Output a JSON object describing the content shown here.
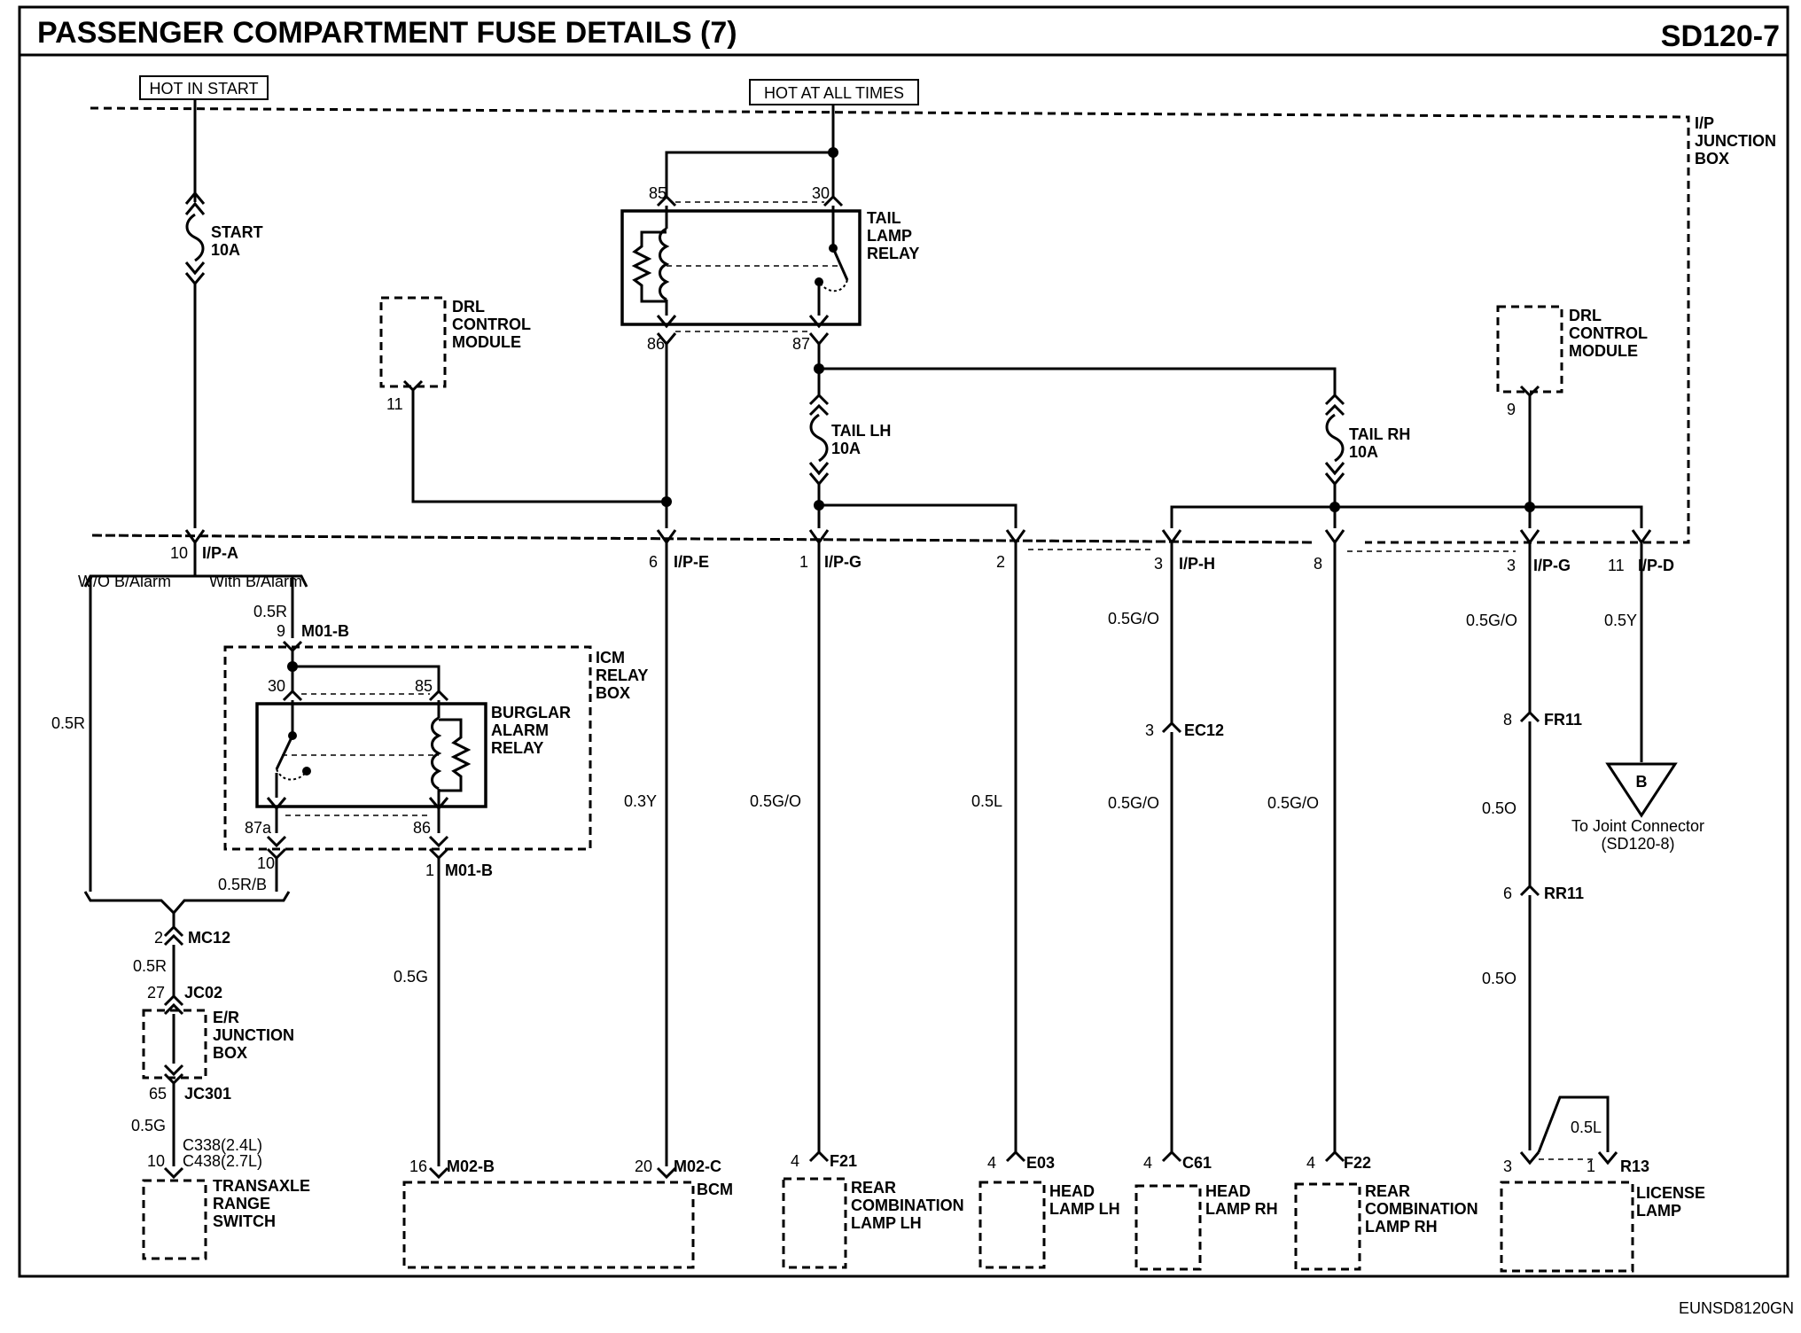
{
  "header": {
    "title": "PASSENGER COMPARTMENT FUSE DETAILS (7)",
    "code": "SD120-7"
  },
  "footer": {
    "ref": "EUNSD8120GN"
  },
  "top_labels": {
    "hot_in_start": "HOT IN START",
    "hot_at_all_times": "HOT AT ALL TIMES"
  },
  "junction_box": {
    "l1": "I/P",
    "l2": "JUNCTION",
    "l3": "BOX"
  },
  "fuses": {
    "start": {
      "l1": "START",
      "l2": "10A"
    },
    "tail_lh": {
      "l1": "TAIL LH",
      "l2": "10A"
    },
    "tail_rh": {
      "l1": "TAIL RH",
      "l2": "10A"
    }
  },
  "tail_lamp_relay": {
    "l1": "TAIL",
    "l2": "LAMP",
    "l3": "RELAY",
    "p85": "85",
    "p30": "30",
    "p86": "86",
    "p87": "87"
  },
  "drl_left": {
    "l1": "DRL",
    "l2": "CONTROL",
    "l3": "MODULE",
    "pin": "11"
  },
  "drl_right": {
    "l1": "DRL",
    "l2": "CONTROL",
    "l3": "MODULE",
    "pin": "9"
  },
  "ip_pins": {
    "ipa_num": "10",
    "ipa": "I/P-A",
    "ipe_num": "6",
    "ipe": "I/P-E",
    "ipg1_num": "1",
    "ipg1": "I/P-G",
    "p2": "2",
    "iph_num": "3",
    "iph": "I/P-H",
    "p8": "8",
    "ipg3_num": "3",
    "ipg3": "I/P-G",
    "ipd_num": "11",
    "ipd": "I/P-D"
  },
  "alarm": {
    "wo": "W/O B/Alarm",
    "with": "With B/Alarm"
  },
  "icm_box": {
    "l1": "ICM",
    "l2": "RELAY",
    "l3": "BOX"
  },
  "burglar_relay": {
    "l1": "BURGLAR",
    "l2": "ALARM",
    "l3": "RELAY",
    "p30": "30",
    "p85": "85",
    "p87a": "87a",
    "p86": "86"
  },
  "connectors": {
    "m01b_top_num": "9",
    "m01b_top": "M01-B",
    "m01b_bot_num": "1",
    "m01b_bot": "M01-B",
    "p10_icm": "10",
    "mc12_num": "2",
    "mc12": "MC12",
    "jc02_num": "27",
    "jc02": "JC02",
    "jc301_num": "65",
    "jc301": "JC301",
    "c338_num": "10",
    "c338": "C338(2.4L)",
    "c438": "C438(2.7L)",
    "ec12_num": "3",
    "ec12": "EC12",
    "fr11_num": "8",
    "fr11": "FR11",
    "rr11_num": "6",
    "rr11": "RR11"
  },
  "er_box": {
    "l1": "E/R",
    "l2": "JUNCTION",
    "l3": "BOX"
  },
  "wires": {
    "w_05r_top": "0.5R",
    "w_05r_left": "0.5R",
    "w_05rb": "0.5R/B",
    "w_05r_mc12": "0.5R",
    "w_05g_jc": "0.5G",
    "w_05g_bcm": "0.5G",
    "w_03y": "0.3Y",
    "w_05go_lh": "0.5G/O",
    "w_05l": "0.5L",
    "w_05go_h1": "0.5G/O",
    "w_05go_h2": "0.5G/O",
    "w_05go_rcr": "0.5G/O",
    "w_05go_g3": "0.5G/O",
    "w_05y": "0.5Y",
    "w_05o_1": "0.5O",
    "w_05o_2": "0.5O",
    "w_05l_lic": "0.5L"
  },
  "joint": {
    "letter": "B",
    "l1": "To Joint Connector",
    "l2": "(SD120-8)"
  },
  "components": {
    "transaxle": {
      "l1": "TRANSAXLE",
      "l2": "RANGE",
      "l3": "SWITCH"
    },
    "bcm": {
      "label": "BCM",
      "p16": "16",
      "m02b": "M02-B",
      "p20": "20",
      "m02c": "M02-C"
    },
    "rcl_lh": {
      "num": "4",
      "conn": "F21",
      "l1": "REAR",
      "l2": "COMBINATION",
      "l3": "LAMP LH"
    },
    "head_lh": {
      "num": "4",
      "conn": "E03",
      "l1": "HEAD",
      "l2": "LAMP LH"
    },
    "head_rh": {
      "num": "4",
      "conn": "C61",
      "l1": "HEAD",
      "l2": "LAMP RH"
    },
    "rcl_rh": {
      "num": "4",
      "conn": "F22",
      "l1": "REAR",
      "l2": "COMBINATION",
      "l3": "LAMP RH"
    },
    "license": {
      "p3": "3",
      "p1": "1",
      "conn": "R13",
      "l1": "LICENSE",
      "l2": "LAMP"
    }
  }
}
